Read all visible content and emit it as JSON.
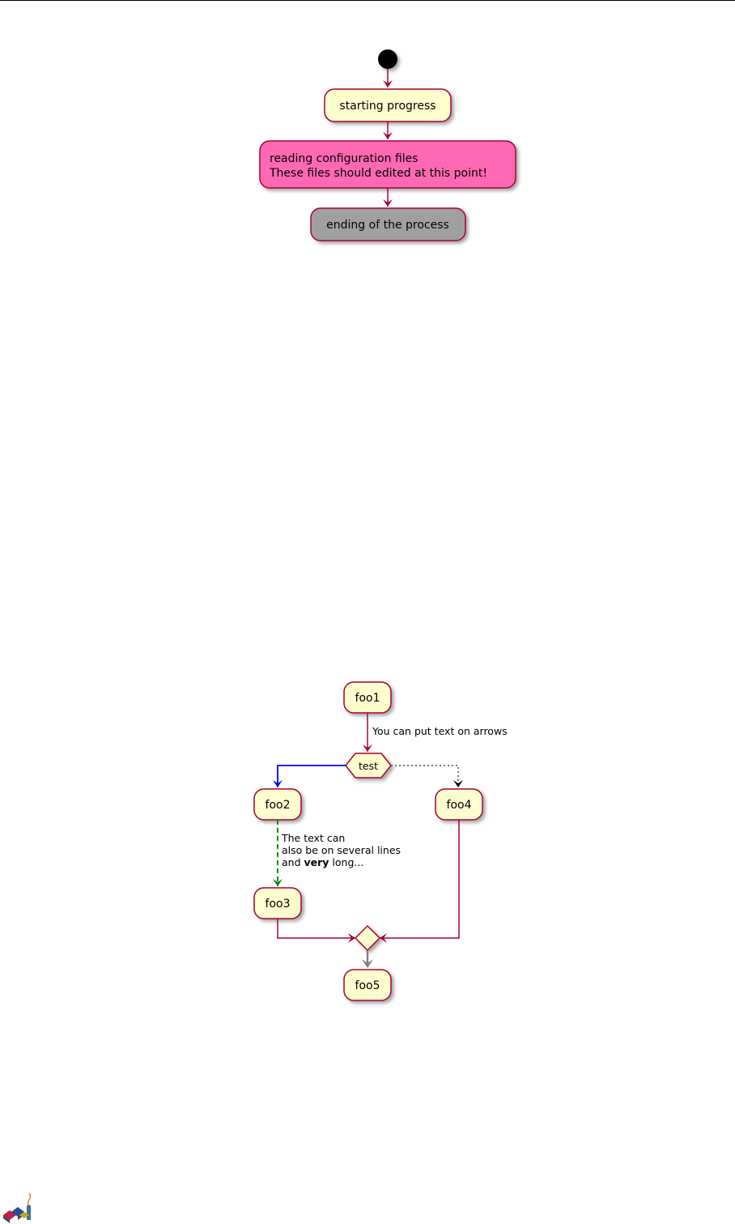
{
  "diagram1": {
    "nodes": {
      "start_label": "starting progress",
      "reading_line1": "reading configuration files",
      "reading_line2": "These files should edited at this point!",
      "ending_label": "ending of the process"
    },
    "colors": {
      "activity_fill": "#FEFECE",
      "activity_border": "#A80036",
      "highlight_fill": "#FF69B4",
      "end_fill": "#A0A0A0",
      "arrow": "#A80036"
    }
  },
  "diagram2": {
    "nodes": {
      "foo1": "foo1",
      "test": "test",
      "foo2": "foo2",
      "foo3": "foo3",
      "foo4": "foo4",
      "foo5": "foo5"
    },
    "arrow_labels": {
      "foo1_to_test": "You can put text on arrows",
      "foo2_to_foo3_line1": "The text can",
      "foo2_to_foo3_line2": "also be on several lines",
      "foo2_to_foo3_line3_pre": "and ",
      "foo2_to_foo3_line3_bold": "very",
      "foo2_to_foo3_line3_post": " long..."
    },
    "colors": {
      "blue_arrow": "#0000FF",
      "green_arrow": "#008000",
      "gray_arrow": "#808080",
      "dotted_arrow": "#555555"
    }
  },
  "footer": {
    "logo_icon": "plantuml-logo-icon"
  }
}
